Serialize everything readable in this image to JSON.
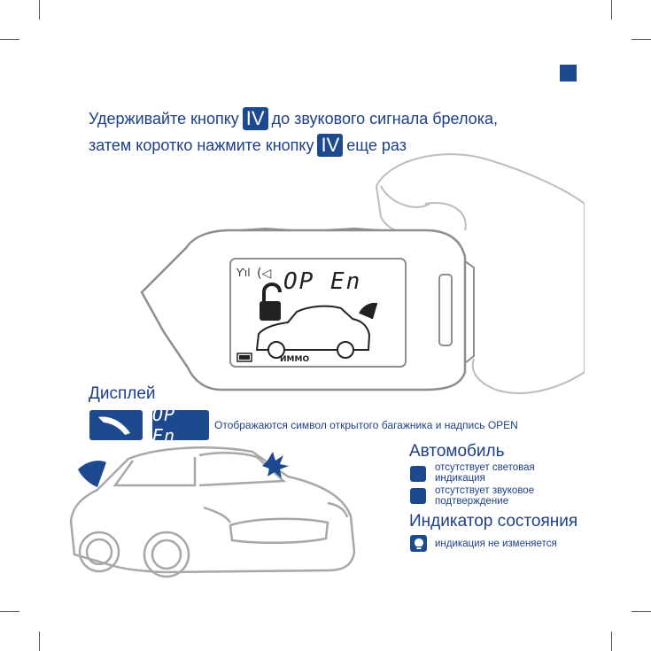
{
  "instruction": {
    "line1_before": "Удерживайте кнопку",
    "line1_after": "до звукового сигнала брелока,",
    "line2_before": "затем коротко нажмите кнопку",
    "line2_after": "еще раз",
    "button_label": "IV"
  },
  "fob_display": {
    "lcd_text": "OP En",
    "immo_label": "ИММО"
  },
  "display_section": {
    "title": "Дисплей",
    "open_symbol": "OP En",
    "description": "Отображаются символ открытого багажника и надпись OPEN"
  },
  "auto_section": {
    "title": "Автомобиль",
    "items": [
      {
        "text": "отсутствует световая индикация"
      },
      {
        "text": "отсутствует звуковое подтверждение"
      }
    ]
  },
  "state_section": {
    "title": "Индикатор состояния",
    "items": [
      {
        "icon": "bulb-icon",
        "text": "индикация не изменяется"
      }
    ]
  },
  "colors": {
    "accent": "#1d4a8f",
    "text": "#1d3f86",
    "outline": "#9a9a9a"
  }
}
